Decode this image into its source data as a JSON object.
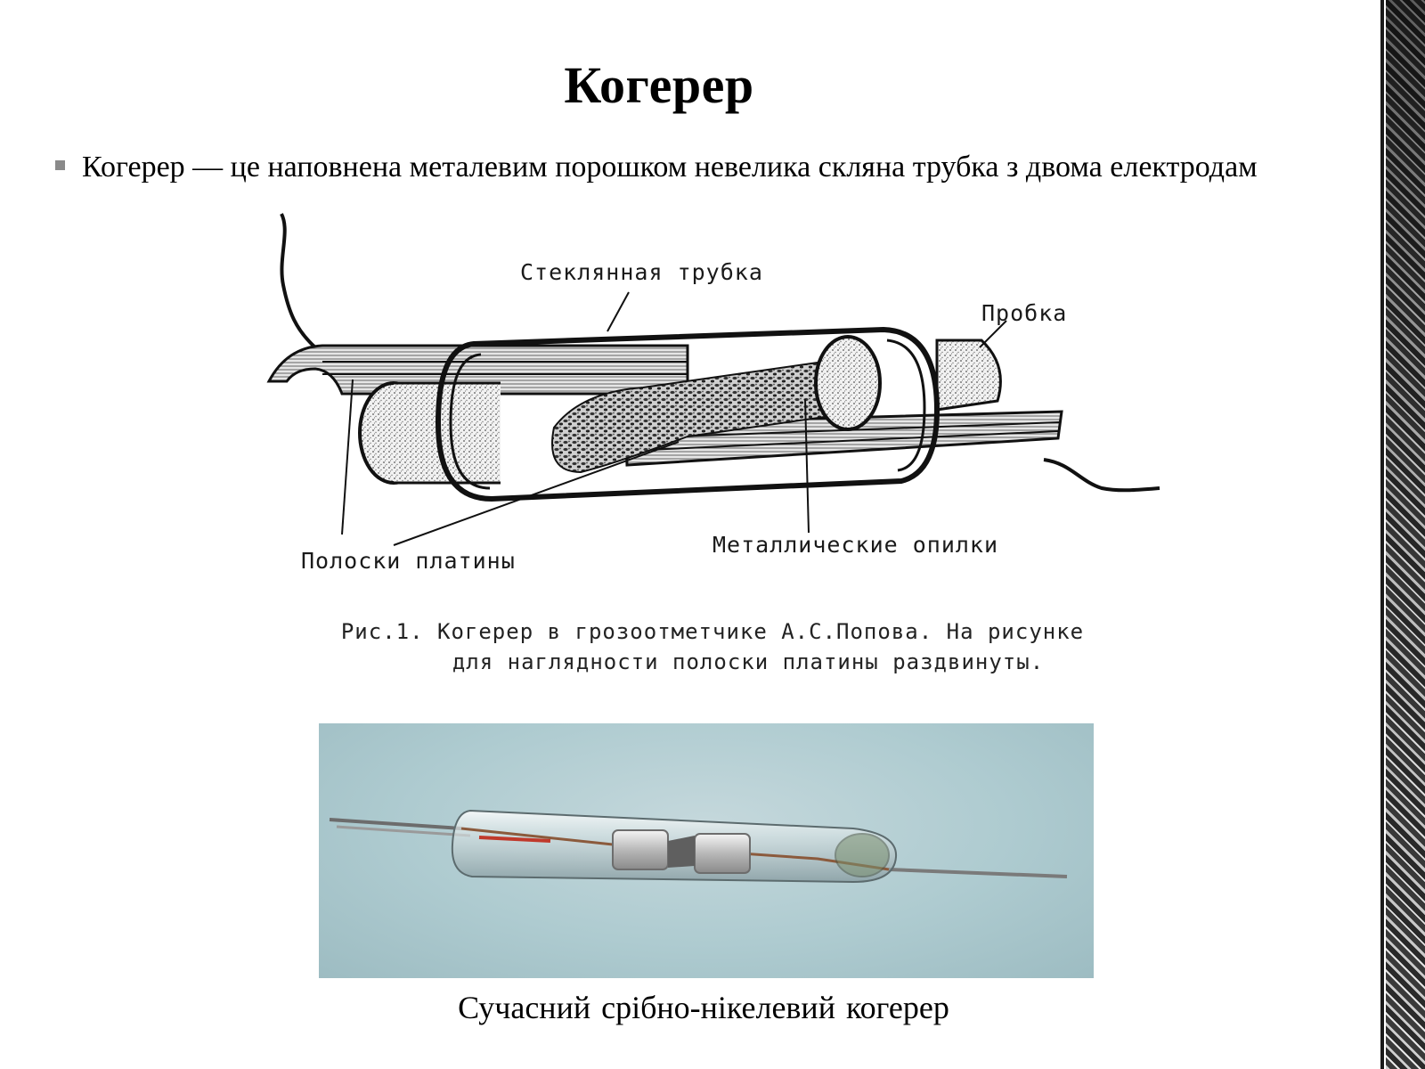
{
  "slide": {
    "title": "Когерер",
    "bullet": "Когерер — це наповнена металевим порошком невелика скляна трубка з двома електродам"
  },
  "figure": {
    "labels": {
      "glass_tube": "Стеклянная трубка",
      "plug": "Пробка",
      "platinum_strips": "Полоски платины",
      "metal_filings": "Металлические опилки"
    },
    "caption_line1": "Рис.1. Когерер в грозоотметчике А.С.Попова. На рисунке",
    "caption_line2": "для наглядности полоски платины раздвинуты."
  },
  "photo": {
    "caption": "Сучасний срібно-нікелевий когерер",
    "background_color": "#aecbd0"
  }
}
